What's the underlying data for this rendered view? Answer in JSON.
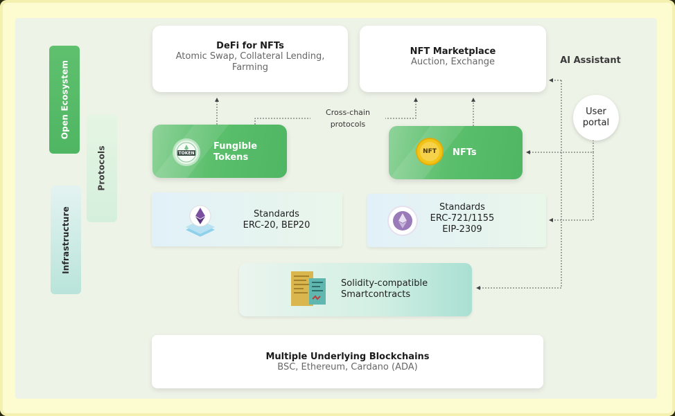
{
  "side_labels": {
    "open_ecosystem": "Open Ecosystem",
    "protocols": "Protocols",
    "infrastructure": "Infrastructure"
  },
  "defi": {
    "title": "DeFi for NFTs",
    "line1": "Atomic Swap, Collateral Lending,",
    "line2": "Farming"
  },
  "marketplace": {
    "title": "NFT Marketplace",
    "subtitle": "Auction, Exchange"
  },
  "ai_assistant": "AI Assistant",
  "user_portal": {
    "line1": "User",
    "line2": "portal"
  },
  "cross_chain": {
    "line1": "Cross-chain",
    "line2": "protocols"
  },
  "fungible": {
    "line1": "Fungible",
    "line2": "Tokens",
    "icon_text": "TOKEN"
  },
  "nfts": {
    "label": "NFTs",
    "icon_text": "NFT"
  },
  "standards_left": {
    "line1": "Standards",
    "line2": "ERC-20, BEP20"
  },
  "standards_right": {
    "line1": "Standards",
    "line2": "ERC-721/1155",
    "line3": "EIP-2309"
  },
  "smartcontracts": {
    "line1": "Solidity-compatible",
    "line2": "Smartcontracts"
  },
  "blockchains": {
    "title": "Multiple Underlying Blockchains",
    "subtitle": "BSC, Ethereum, Cardano (ADA)"
  },
  "colors": {
    "green_dark": "#4fb663",
    "green_light": "#8fd39a",
    "teal_light": "#d6efe6",
    "eth_purple": "#7a4fa0",
    "frame_yellow": "#fdfbd0"
  }
}
